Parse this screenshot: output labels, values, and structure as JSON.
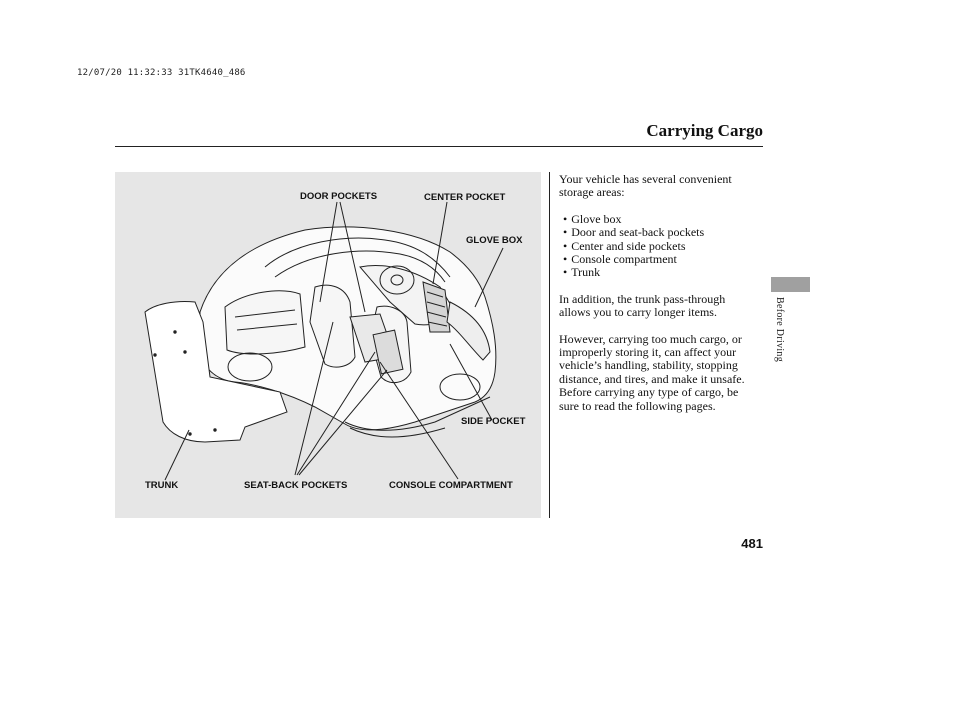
{
  "header": {
    "print_stamp": "12/07/20 11:32:33 31TK4640_486",
    "title": "Carrying Cargo"
  },
  "figure": {
    "callouts": {
      "door_pockets": "DOOR POCKETS",
      "center_pocket": "CENTER POCKET",
      "glove_box": "GLOVE BOX",
      "side_pocket": "SIDE POCKET",
      "trunk": "TRUNK",
      "seat_back_pockets": "SEAT-BACK POCKETS",
      "console_compartment": "CONSOLE COMPARTMENT"
    }
  },
  "body": {
    "intro": "Your vehicle has several convenient storage areas:",
    "items": [
      "Glove box",
      "Door and seat-back pockets",
      "Center and side pockets",
      "Console compartment",
      "Trunk"
    ],
    "para_passthrough": "In addition, the trunk pass-through allows you to carry longer items.",
    "para_warning": "However, carrying too much cargo, or improperly storing it, can affect your vehicle’s handling, stability, stopping distance, and tires, and make it unsafe. Before carrying any type of cargo, be sure to read the following pages."
  },
  "sidebar": {
    "section_label": "Before Driving"
  },
  "footer": {
    "page_number": "481"
  },
  "colors": {
    "figure_bg": "#e6e6e6",
    "tab": "#a0a0a0",
    "ink": "#111111"
  }
}
